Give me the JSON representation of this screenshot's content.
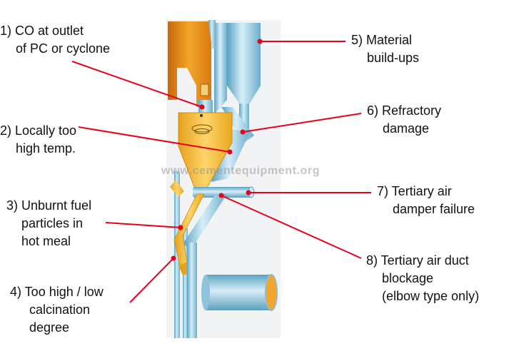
{
  "labels": [
    {
      "id": "1",
      "lines": [
        "1) CO at outlet",
        "of PC or cyclone"
      ]
    },
    {
      "id": "2",
      "lines": [
        "2) Locally too",
        "high temp."
      ]
    },
    {
      "id": "3",
      "lines": [
        "3) Unburnt fuel",
        "particles in",
        "hot meal"
      ]
    },
    {
      "id": "4",
      "lines": [
        "4) Too high / low",
        "calcination",
        "degree"
      ]
    },
    {
      "id": "5",
      "lines": [
        "5) Material",
        "build-ups"
      ]
    },
    {
      "id": "6",
      "lines": [
        "6) Refractory",
        "damage"
      ]
    },
    {
      "id": "7",
      "lines": [
        "7) Tertiary air",
        "damper failure"
      ]
    },
    {
      "id": "8",
      "lines": [
        "8) Tertiary air duct",
        "blockage",
        "(elbow type only)"
      ]
    }
  ],
  "watermark": "www.cementequipment.org",
  "colors": {
    "pointer": "#e8001c",
    "hot_material": "#f0a21e",
    "hot_material_dark": "#c8690a",
    "duct_blue": "#9fd0e4",
    "duct_blue_dark": "#5aa3c2",
    "background_panel": "#f2f3f5"
  }
}
